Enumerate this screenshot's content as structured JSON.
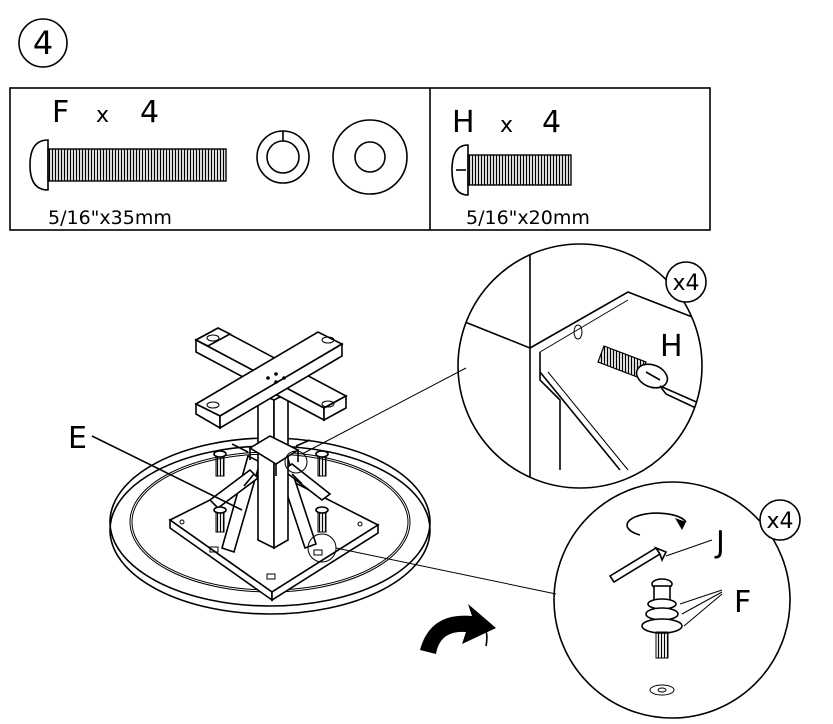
{
  "step": {
    "number": "4"
  },
  "parts_box": {
    "bolt_f": {
      "label": "F",
      "times": "x",
      "qty": "4",
      "size": "5/16\"x35mm"
    },
    "bolt_h": {
      "label": "H",
      "times": "x",
      "qty": "4",
      "size": "5/16\"x20mm"
    }
  },
  "assembly": {
    "part_e_label": "E"
  },
  "detail_top": {
    "repeat": "x4",
    "part_label": "H"
  },
  "detail_bottom": {
    "repeat": "x4",
    "wrench_label": "J",
    "bolt_label": "F"
  },
  "icons": [
    "step-circle-icon",
    "bolt-icon",
    "lock-washer-icon",
    "flat-washer-icon",
    "flip-arrow-icon",
    "rotate-arrow-icon",
    "allen-key-icon",
    "screwdriver-icon"
  ]
}
